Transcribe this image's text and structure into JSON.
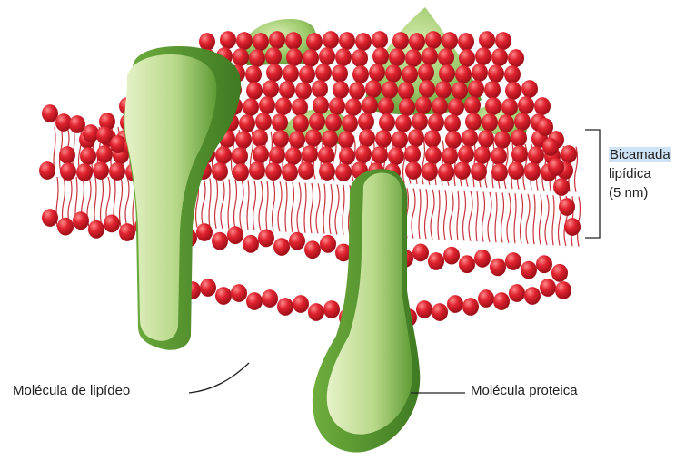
{
  "labels": {
    "lipid_molecule": "Molécula de lipídeo",
    "protein_molecule": "Molécula proteica",
    "bilayer_line1": "Bicamada",
    "bilayer_line2": "lipídica",
    "bilayer_line3": "(5 nm)"
  },
  "colors": {
    "phospholipid_head": "#d81e2a",
    "lipid_tail": "#c8323a",
    "protein": "#8fc35a",
    "protein_light": "#cfe6a4",
    "protein_dark": "#4f8a2c",
    "bilayer_label_highlight": "#cfe3f7"
  }
}
